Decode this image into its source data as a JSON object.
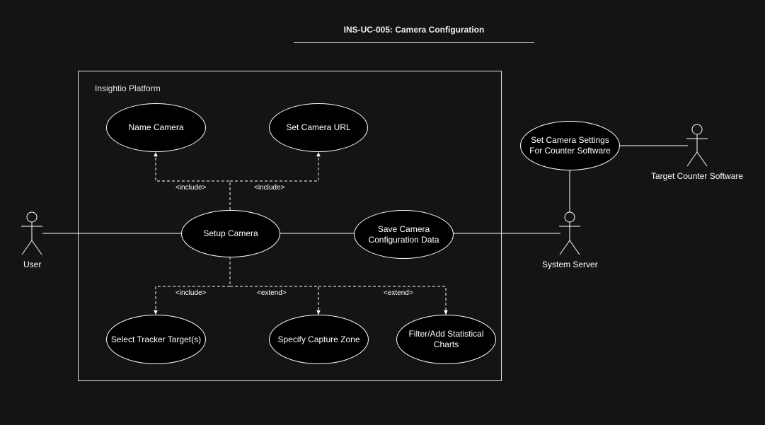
{
  "diagram": {
    "title": "INS-UC-005: Camera Configuration",
    "system_label": "Insightio Platform",
    "actors": {
      "user": "User",
      "system_server": "System Server",
      "target_counter": "Target Counter Software"
    },
    "use_cases": {
      "name_camera": "Name Camera",
      "set_camera_url": "Set Camera URL",
      "setup_camera": "Setup Camera",
      "save_config": "Save Camera Configuration Data",
      "select_tracker": "Select Tracker Target(s)",
      "capture_zone": "Specify Capture Zone",
      "filter_charts": "Filter/Add Statistical Charts",
      "counter_settings": "Set Camera Settings For Counter Software"
    },
    "relations": {
      "include_name": "<include>",
      "include_url": "<include>",
      "include_tracker": "<include>",
      "extend_zone": "<extend>",
      "extend_charts": "<extend>"
    },
    "colors": {
      "background": "#141414",
      "usecase_fill": "#000000",
      "stroke": "#ffffff"
    }
  }
}
